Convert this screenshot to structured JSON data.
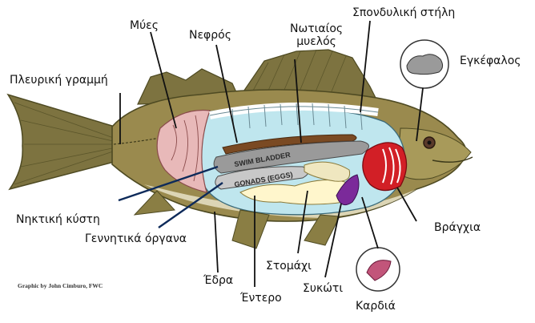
{
  "labels": {
    "muscles": "Μύες",
    "kidney": "Νεφρός",
    "spinal_cord": "Νωτιαίος\nμυελός",
    "spine": "Σπονδυλική στήλη",
    "brain": "Εγκέφαλος",
    "lateral_line": "Πλευρική γραμμή",
    "swim_bladder": "Νηκτική κύστη",
    "gonads": "Γεννητικά όργανα",
    "gills": "Βράγχια",
    "anus": "Έδρα",
    "intestine": "Έντερο",
    "stomach": "Στομάχι",
    "liver": "Συκώτι",
    "heart": "Καρδιά"
  },
  "inner_text": {
    "swim_bladder": "SWIM BLADDER",
    "gonads": "GONADS (EGGS)"
  },
  "credit": "Graphic by John Cimburo, FWC",
  "colors": {
    "body": "#9a8a4e",
    "body_dark": "#5f5a2c",
    "belly": "#e8e2c8",
    "cavity": "#bfe6ee",
    "muscle": "#e8b9b9",
    "kidney": "#7a4a23",
    "bladder": "#9a9a9a",
    "gill": "#d21f26",
    "liver": "#7b2a9a",
    "intestine": "#fff6cc",
    "heart": "#c2557a",
    "leader": "#111111",
    "leader_blue": "#0d2a5a"
  }
}
